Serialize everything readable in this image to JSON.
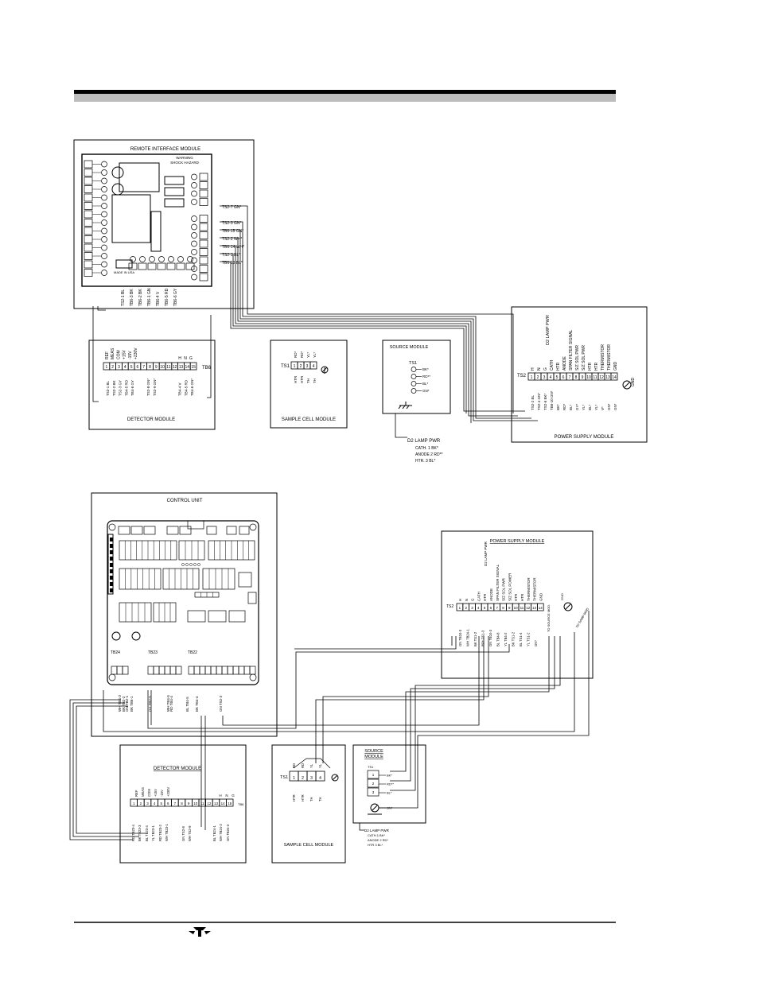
{
  "diagrams": {
    "top": {
      "remote_interface": {
        "title": "REMOTE INTERFACE MODULE",
        "warning_1": "WARNING",
        "warning_2": "SHOCK HAZARD",
        "wire_labels": [
          "TS2-7 GN*",
          "TS2-3 GN*",
          "TB6-15 GN*",
          "TS2-2 WH*",
          "TB6-14 WH*",
          "TS2-1 BL*",
          "TB6-13 BL*"
        ],
        "bottom_labels": [
          "TS2-1 BL",
          "TB6-3 BK",
          "TB6-2 BK",
          "TB6-1 GN",
          "TB6-4 V",
          "TB6-5 RD",
          "TB6-6 GY"
        ],
        "made_in": "MADE IN USA"
      },
      "detector": {
        "title": "DETECTOR MODULE",
        "tb_label": "TB6",
        "col_labels": [
          "REF",
          "MEAS",
          "COM",
          "+15V",
          "-15V",
          "+230V"
        ],
        "right_labels": [
          "H",
          "N",
          "G"
        ],
        "terminals": [
          "1",
          "2",
          "3",
          "4",
          "5",
          "6",
          "7",
          "8",
          "9",
          "10",
          "11",
          "12",
          "13",
          "14",
          "15"
        ],
        "wire_labels": [
          "TS2-1 BL",
          "TS2-2 BK",
          "TS2-3 GY",
          "TB4-5 RD",
          "TB4-6 GY",
          "TS2-8 GN*",
          "TS2-9 GN*",
          "TB4-4 V",
          "TB4-5 RD",
          "TB4-6 GN*"
        ]
      },
      "sample_cell": {
        "title": "SAMPLE CELL MODULE",
        "ts_label": "TS1",
        "terminals": [
          "1",
          "2",
          "3",
          "4"
        ],
        "wire_labels": [
          "RD*",
          "RD*",
          "YL*",
          "YL*"
        ],
        "names": [
          "HTR",
          "HTR",
          "TH",
          "TH"
        ]
      },
      "source": {
        "title": "SOURCE MODULE",
        "ts_label": "TS1",
        "wire_labels": [
          "BK*",
          "RD**",
          "BL*",
          "GN*"
        ],
        "d2_lamp": "D2 LAMP PWR",
        "d2_lines": [
          "CATH. 1 BK*",
          "ANODE 2 RD**",
          "HTR. 3 BL*"
        ]
      },
      "power_supply": {
        "title": "POWER SUPPLY MODULE",
        "ts_label": "TS2",
        "gnd": "GND",
        "col_labels": [
          "H",
          "N",
          "G",
          "CATH",
          "HTR",
          "ANODE",
          "SPAN FILTER SIGNAL",
          "S/Z SOL PWR",
          "S/Z SOL PWR",
          "HTR",
          "HTR",
          "THERMISTOR",
          "THERMISTOR",
          "GND"
        ],
        "d2_label": "D2 LAMP PWR",
        "terminals": [
          "1",
          "2",
          "3",
          "4",
          "5",
          "6",
          "7",
          "8",
          "9",
          "10",
          "11",
          "12",
          "13",
          "14"
        ],
        "wire_labels": [
          "TS2-2 BL",
          "TS2-4 GN*",
          "TS2-6 BK*",
          "TB6-10 GN*",
          "BK*",
          "RD*",
          "BL*",
          "GY*",
          "YL*",
          "BL*",
          "YL*",
          "V*",
          "GN*",
          "GN*"
        ]
      }
    },
    "bottom": {
      "control_unit": {
        "title": "CONTROL UNIT",
        "tb_labels": [
          "TB24",
          "TB23",
          "TB22"
        ],
        "wire_labels": [
          "WH TB4-3",
          "BK TB2-2",
          "GN TB2-1",
          "BK TB6-1",
          "GY TB2-5",
          "WH TB4-5",
          "RD TB4-4",
          "BL TB4-5",
          "BK TB4-4",
          "GN TS2-3"
        ]
      },
      "power_supply": {
        "title": "POWER SUPPLY MODULE",
        "ts_label": "TS2",
        "col_labels": [
          "H",
          "N",
          "G",
          "CATH",
          "HTR",
          "ANODE",
          "SPAN FILTER SIGNAL",
          "S/Z SOL PWR",
          "S/Z SOL POWER",
          "HTR",
          "HTR",
          "THERMISTOR",
          "THERMISTOR",
          "GND"
        ],
        "d2_label": "D2 LAMP PWR",
        "terminals": [
          "1",
          "2",
          "3",
          "4",
          "5",
          "6",
          "7",
          "8",
          "9",
          "10",
          "11",
          "12",
          "13",
          "14"
        ],
        "wire_labels": [
          "GN TB24-3",
          "WH TB24-1",
          "BK TS1-2",
          "RD* TS1-3",
          "GN TB24-3",
          "BL TB4-8",
          "YL TB4-2",
          "BK TS1-2",
          "BL TS1-4",
          "YL TS1-2",
          "GN*"
        ],
        "to_source": "TO SOURCE MOD.",
        "to_samp": "TO SAMP MOD",
        "gnd": "GND"
      },
      "detector": {
        "title": "DETECTOR MODULE",
        "col_labels": [
          "REF",
          "MEAS",
          "COM",
          "+15V",
          "-15V",
          "+230V"
        ],
        "right_labels": [
          "H",
          "N",
          "G"
        ],
        "terminals": [
          "1",
          "2",
          "3",
          "4",
          "5",
          "6",
          "7",
          "8",
          "9",
          "10",
          "11",
          "12",
          "13",
          "14",
          "15"
        ],
        "tb_label": "TB6",
        "wire_labels": [
          "RD TB23-4",
          "BK TB23-3",
          "BL TB23-4",
          "YL TB23-1",
          "RD TB23-2",
          "WH TB23-1",
          "GN TS2-8",
          "WH TS2-9",
          "BL TB24-1",
          "WH TB24-2",
          "GN TB24-3"
        ]
      },
      "sample_cell": {
        "title": "SAMPLE CELL MODULE",
        "ts_label": "TS1",
        "terminals": [
          "1",
          "2",
          "3",
          "4"
        ],
        "wire_labels": [
          "RD",
          "RD",
          "YL",
          "YL"
        ],
        "names": [
          "HTR",
          "HTR",
          "TH",
          "TH"
        ]
      },
      "source": {
        "title_1": "SOURCE",
        "title_2": "MODULE",
        "ts_label": "TS1",
        "terminals": [
          "1",
          "2",
          "3"
        ],
        "wire_labels": [
          "BK*",
          "RD**",
          "BL*",
          "GN*"
        ],
        "d2_lamp": "D2 LAMP PWR",
        "d2_lines": [
          "CATH 1 BK*",
          "ANODE 2 RD*",
          "HTR 3 BL*"
        ]
      }
    }
  },
  "colors": {
    "ink": "#000000",
    "header_bar": "#bdbdbd",
    "paper": "#ffffff"
  },
  "footer_logo": "teledyne-logo"
}
